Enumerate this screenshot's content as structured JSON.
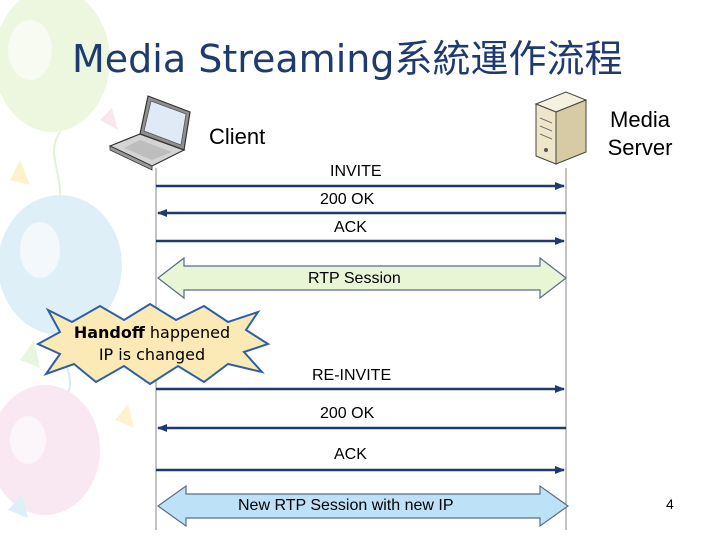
{
  "title": "Media Streaming系統運作流程",
  "client_label": "Client",
  "server_label_line1": "Media",
  "server_label_line2": "Server",
  "messages": {
    "invite": "INVITE",
    "ok1": "200 OK",
    "ack1": "ACK",
    "rtp1": "RTP Session",
    "reinvite": "RE-INVITE",
    "ok2": "200 OK",
    "ack2": "ACK",
    "rtp2": "New RTP Session with new IP"
  },
  "handoff": {
    "bold": "Handoff",
    "rest": " happened",
    "line2": "IP is changed"
  },
  "page_number": "4",
  "colors": {
    "line": "#1f3a6e",
    "rtp_fill": "#e8f6d6",
    "rtp2_fill": "#bde1f6",
    "burst_fill": "#fbeab5",
    "burst_stroke": "#2c5fa8"
  }
}
